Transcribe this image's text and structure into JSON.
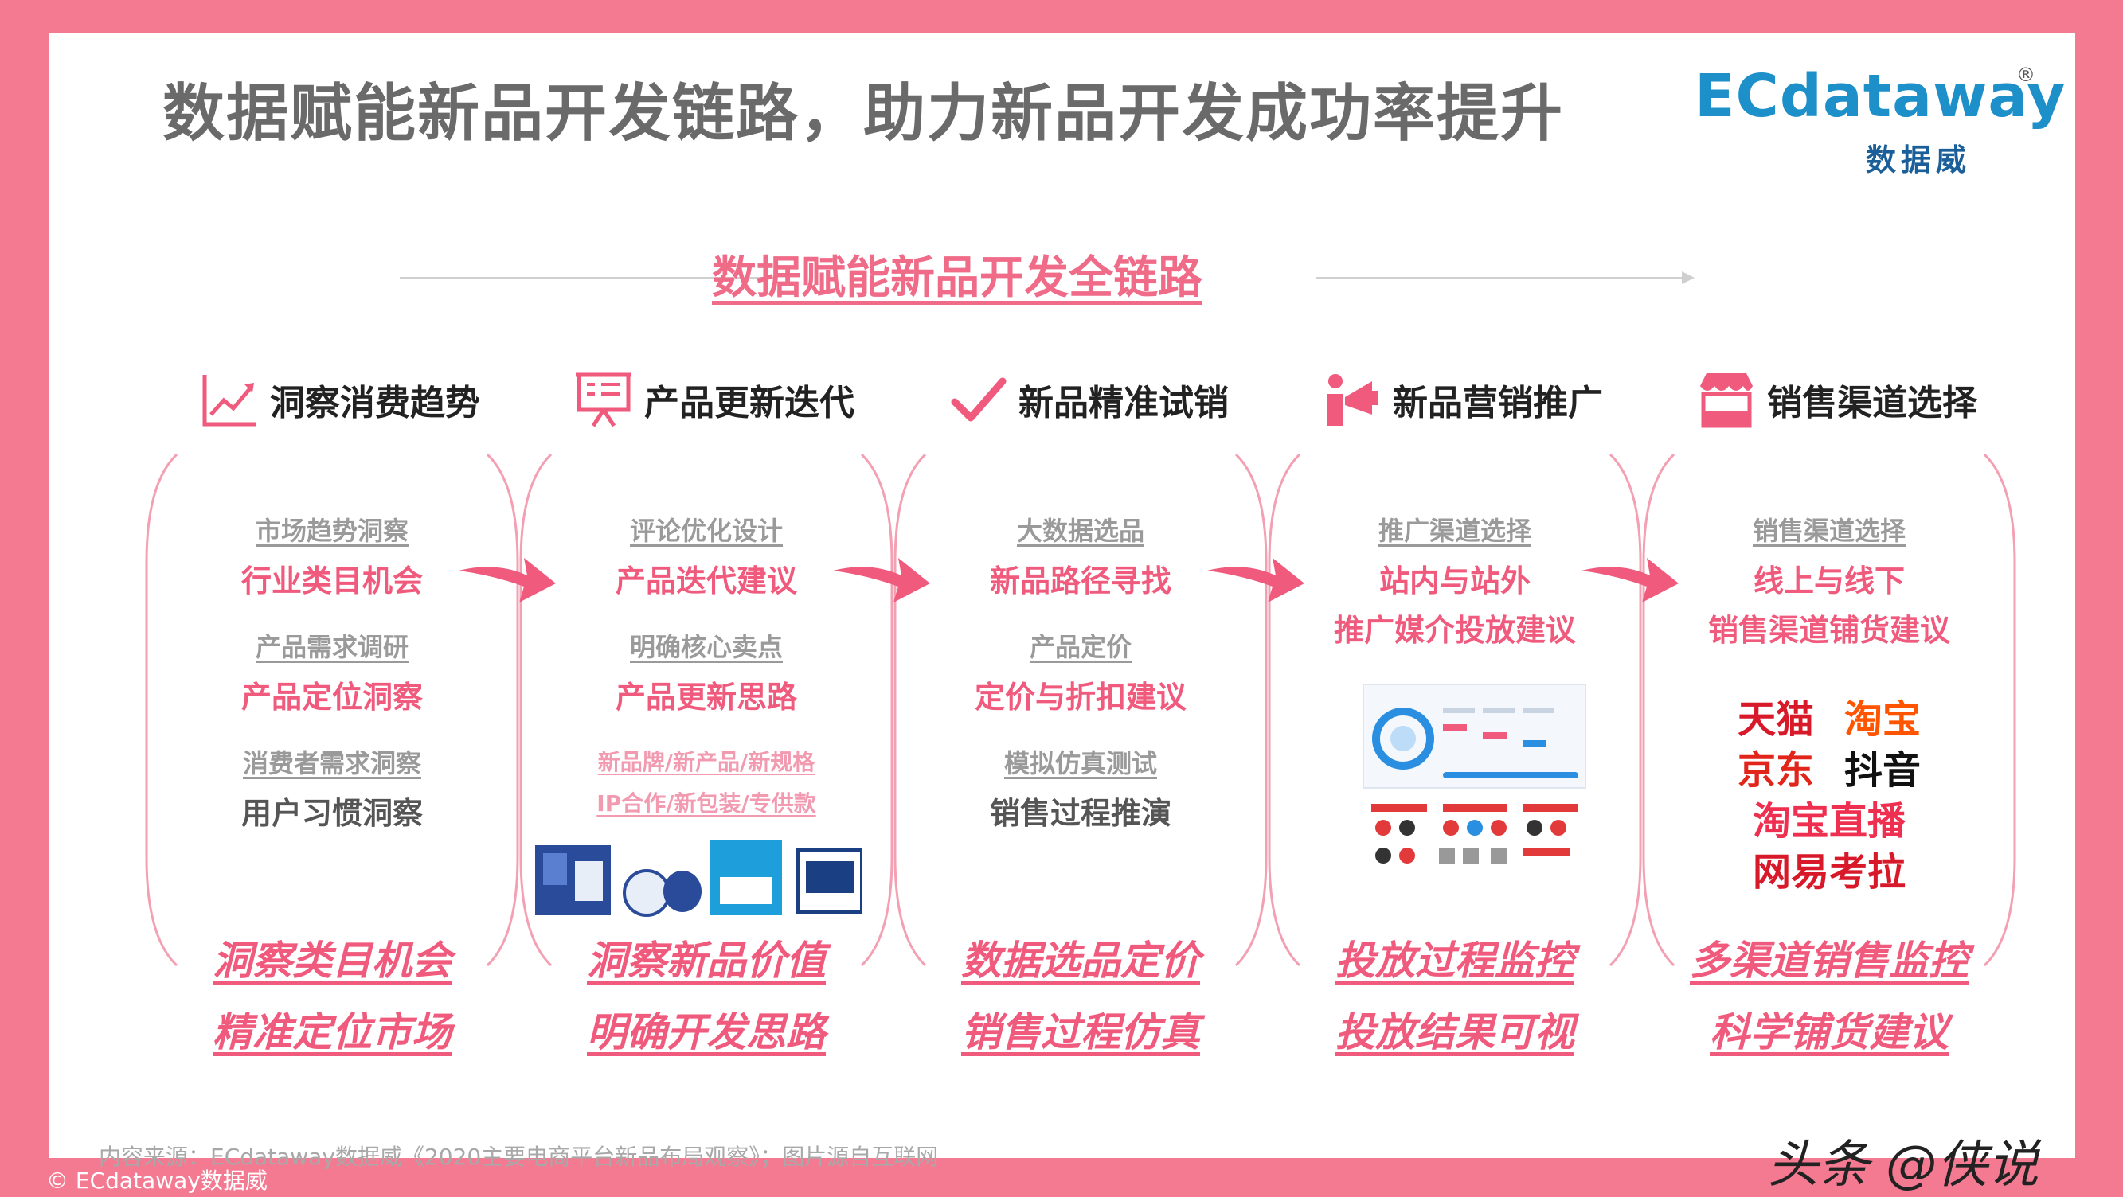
{
  "title": "数据赋能新品开发链路，助力新品开发成功率提升",
  "logo": {
    "name": "ECdataway",
    "reg_mark": "®",
    "sub": "数据威"
  },
  "chain_title": "数据赋能新品开发全链路",
  "colors": {
    "accent": "#ef5a7d",
    "frame": "#f47a92",
    "bracket": "#f3a0b3",
    "logo": "#1d8fc9"
  },
  "columns": [
    {
      "title": "洞察消费趋势",
      "icon": "trend-chart-icon",
      "items": [
        {
          "kind": "sub",
          "text": "市场趋势洞察"
        },
        {
          "kind": "main",
          "text": "行业类目机会"
        },
        {
          "kind": "sub",
          "text": "产品需求调研"
        },
        {
          "kind": "main",
          "text": "产品定位洞察"
        },
        {
          "kind": "sub",
          "text": "消费者需求洞察"
        },
        {
          "kind": "main-grey",
          "text": "用户习惯洞察"
        }
      ],
      "outcomes": [
        "洞察类目机会",
        "精准定位市场"
      ]
    },
    {
      "title": "产品更新迭代",
      "icon": "presentation-board-icon",
      "items": [
        {
          "kind": "sub",
          "text": "评论优化设计"
        },
        {
          "kind": "main",
          "text": "产品迭代建议"
        },
        {
          "kind": "sub",
          "text": "明确核心卖点"
        },
        {
          "kind": "main",
          "text": "产品更新思路"
        },
        {
          "kind": "pinksub",
          "text": "新品牌/新产品/新规格"
        },
        {
          "kind": "pinksub",
          "text": "IP合作/新包装/专供款"
        }
      ],
      "outcomes": [
        "洞察新品价值",
        "明确开发思路"
      ]
    },
    {
      "title": "新品精准试销",
      "icon": "checkmark-icon",
      "items": [
        {
          "kind": "sub",
          "text": "大数据选品"
        },
        {
          "kind": "main",
          "text": "新品路径寻找"
        },
        {
          "kind": "sub",
          "text": "产品定价"
        },
        {
          "kind": "main",
          "text": "定价与折扣建议"
        },
        {
          "kind": "sub",
          "text": "模拟仿真测试"
        },
        {
          "kind": "main-grey",
          "text": "销售过程推演"
        }
      ],
      "outcomes": [
        "数据选品定价",
        "销售过程仿真"
      ]
    },
    {
      "title": "新品营销推广",
      "icon": "megaphone-person-icon",
      "items": [
        {
          "kind": "sub",
          "text": "推广渠道选择"
        },
        {
          "kind": "main-tight",
          "text": "站内与站外"
        },
        {
          "kind": "main",
          "text": "推广媒介投放建议"
        }
      ],
      "outcomes": [
        "投放过程监控",
        "投放结果可视"
      ]
    },
    {
      "title": "销售渠道选择",
      "icon": "storefront-icon",
      "items": [
        {
          "kind": "sub",
          "text": "销售渠道选择"
        },
        {
          "kind": "main-tight",
          "text": "线上与线下"
        },
        {
          "kind": "main",
          "text": "销售渠道铺货建议"
        }
      ],
      "platforms": [
        [
          {
            "text": "天猫",
            "color": "#d8192a"
          },
          {
            "text": "淘宝",
            "color": "#ff5500"
          }
        ],
        [
          {
            "text": "京东",
            "color": "#e1251b"
          },
          {
            "text": "抖音",
            "color": "#111111"
          }
        ],
        [
          {
            "text": "淘宝直播",
            "color": "#ef2f4f"
          }
        ],
        [
          {
            "text": "网易考拉",
            "color": "#d8192a"
          }
        ]
      ],
      "outcomes": [
        "多渠道销售监控",
        "科学铺货建议"
      ]
    }
  ],
  "source_note": "内容来源：ECdataway数据威《2020主要电商平台新品布局观察》；图片源自互联网",
  "watermark": "头条 @侠说",
  "copyright": "© ECdataway数据威"
}
